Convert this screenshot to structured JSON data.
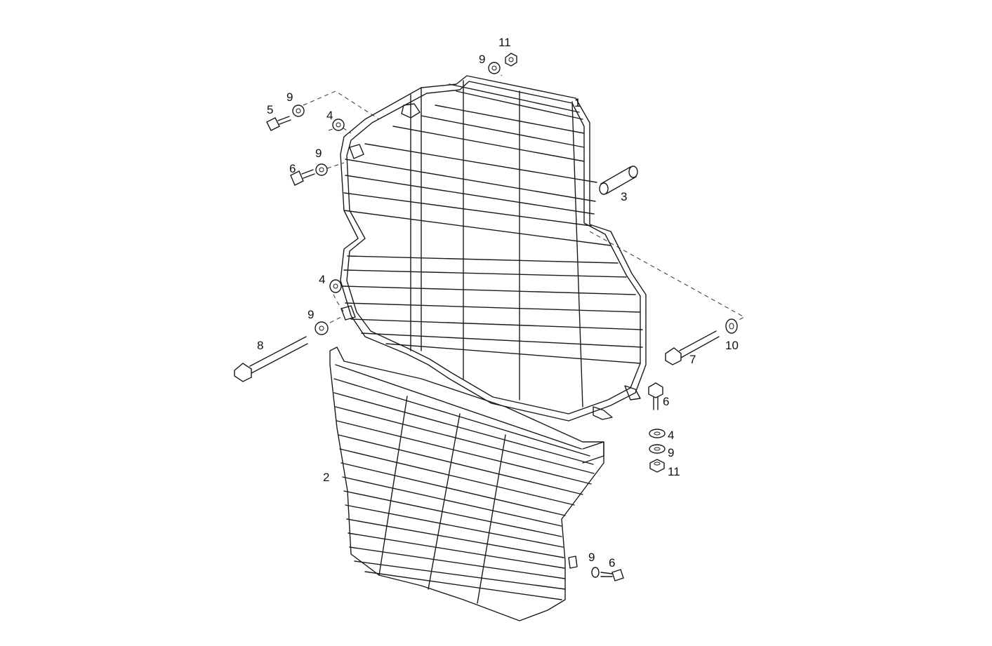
{
  "callouts": {
    "p1": "1",
    "p2": "2",
    "p3": "3",
    "p4a": "4",
    "p4b": "4",
    "p4c": "4",
    "p5": "5",
    "p6a": "6",
    "p6b": "6",
    "p6c": "6",
    "p7": "7",
    "p8": "8",
    "p9a": "9",
    "p9b": "9",
    "p9c": "9",
    "p9d": "9",
    "p9e": "9",
    "p9f": "9",
    "p10": "10",
    "p11a": "11",
    "p11b": "11"
  },
  "colors": {
    "line": "#1a1a1a",
    "background": "#ffffff"
  }
}
